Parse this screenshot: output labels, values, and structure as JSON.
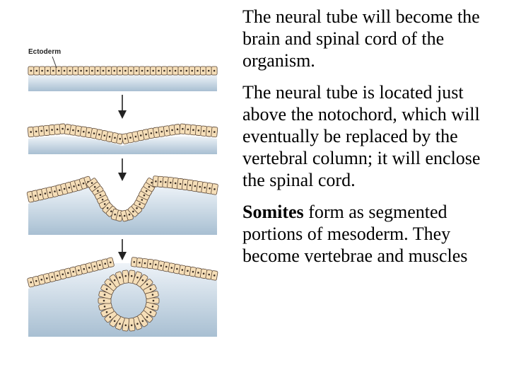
{
  "figure": {
    "ectoderm_label": "Ectoderm",
    "colors": {
      "cell_fill": "#f5deb8",
      "cell_stroke": "#5a4636",
      "nucleus": "#3a2e25",
      "tissue_top": "#eef3f8",
      "tissue_bottom": "#a8bfd2",
      "arrow": "#222222"
    }
  },
  "text": {
    "p1": "The neural tube will become the brain and spinal cord of the organism.",
    "p2": "The neural tube is located just above the notochord, which will eventually be replaced by the vertebral column; it will enclose the spinal cord.",
    "p3_bold": "Somites",
    "p3_rest": " form as segmented portions of mesoderm. They become vertebrae and muscles"
  }
}
